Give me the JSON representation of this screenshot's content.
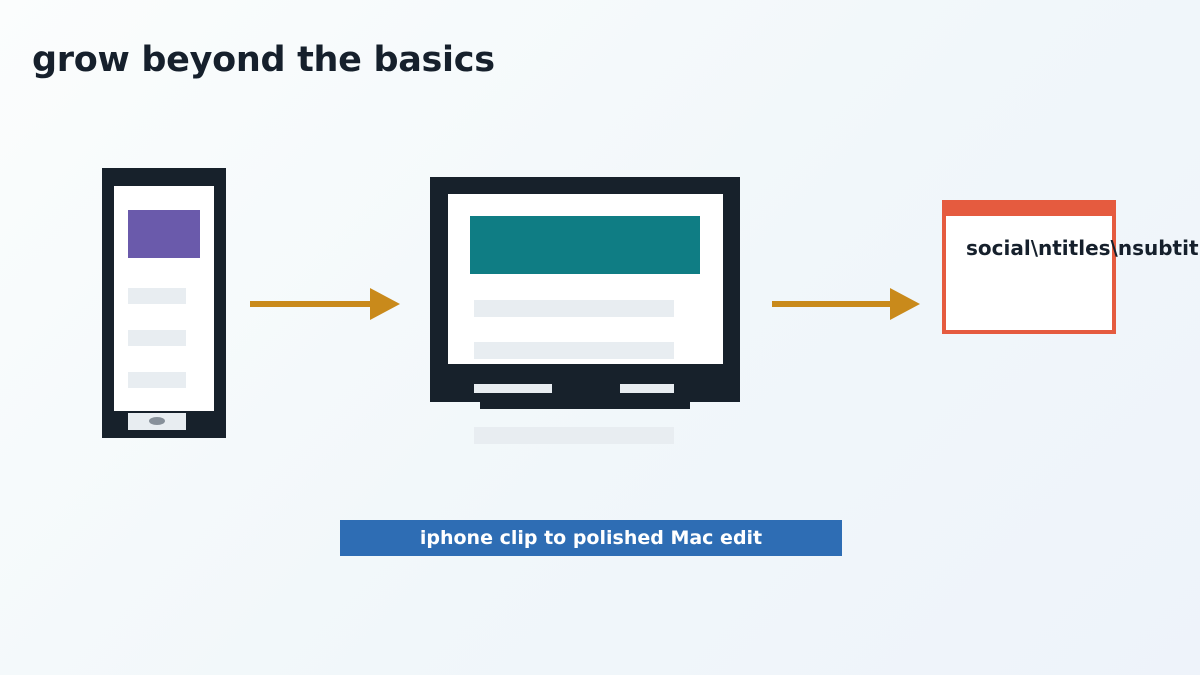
{
  "headline": "grow beyond the basics",
  "stages": {
    "phone": {
      "icon": "phone-icon",
      "hero_color": "#6a5aab"
    },
    "desktop": {
      "icon": "monitor-icon",
      "hero_color": "#0f7d84"
    },
    "output": {
      "label": "social\\ntitles\\nsubtitles",
      "accent_color": "#e55b3f"
    }
  },
  "arrows": {
    "color": "#c98a1b"
  },
  "caption": {
    "text": "iphone clip to polished Mac edit",
    "color": "#2e6db4"
  },
  "colors": {
    "device_frame": "#17212b",
    "placeholder": "#e8edf1",
    "text": "#16202c"
  }
}
